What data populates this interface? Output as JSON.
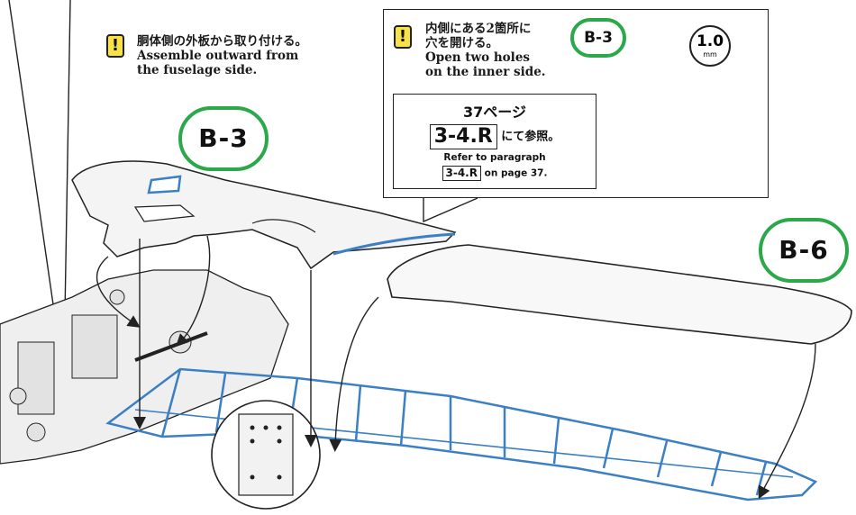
{
  "note_left": {
    "jp": "胴体側の外板から取り付ける。",
    "en_line1": "Assemble outward from",
    "en_line2": "the fuselage side."
  },
  "callout": {
    "jp_line1": "内側にある2箇所に",
    "jp_line2": "穴を開ける。",
    "en_line1": "Open two holes",
    "en_line2": "on the inner side.",
    "part_label": "B-3",
    "drill_value": "1.0",
    "drill_unit": "mm",
    "reference": {
      "page_jp": "37ページ",
      "code": "3-4.R",
      "suffix_jp": "にて参照。",
      "en_prefix": "Refer to paragraph",
      "en_suffix": "on page 37."
    }
  },
  "labels": {
    "part_b3": "B-3",
    "part_b6": "B-6"
  },
  "warning_glyph": "!",
  "colors": {
    "accent_green": "#2aa84a",
    "rib_blue": "#3b7fc4",
    "warning_yellow": "#f7e24a",
    "hole_red": "#d43a2f"
  }
}
